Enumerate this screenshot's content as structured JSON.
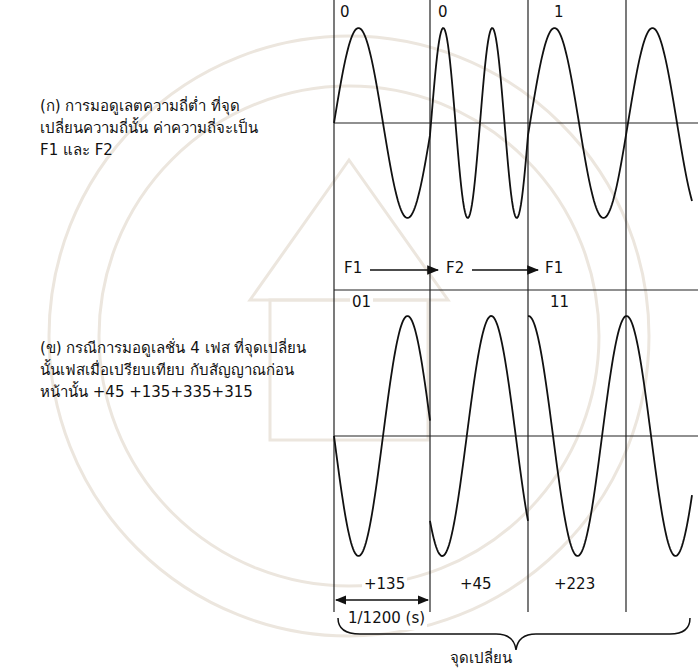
{
  "diagram": {
    "labels": [
      "0",
      "0",
      "1",
      "(ก) การมอดูเลตความถี่ต่ำ ที่จุดเปลี่ยนความถี่นั้น ค่าความถี่จะเป็น F1 และ F2",
      "F1",
      "F2",
      "F1",
      "01",
      "11",
      "(ข) กรณีการมอดูเลชั่น 4 เฟส ที่จุดเปลี่ยนนั้นเฟสเมื่อเปรียบเทียบ กับสัญญาณก่อนหน้านั้น +45 +135+335+315",
      "+135",
      "+45",
      "+223",
      "1/1200 (s)",
      "จุดเปลี่ยน"
    ]
  }
}
